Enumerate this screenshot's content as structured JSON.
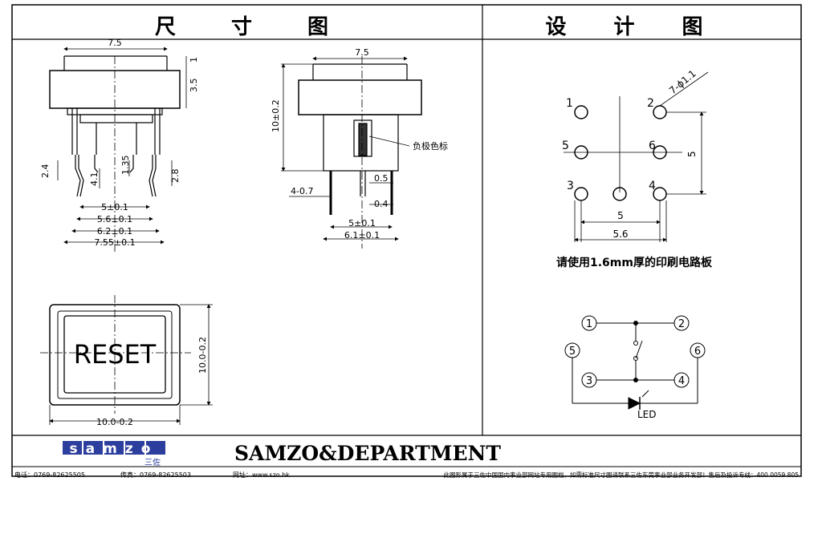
{
  "headers": {
    "left": "尺 寸 图",
    "right": "设 计 图"
  },
  "dims": {
    "side_width": "7.5",
    "side_cap": "1",
    "side_body": "3.5",
    "side_pin_a": "2.4",
    "side_pin_b": "4.1",
    "side_pin_c": "1.35",
    "side_pin_d": "2.8",
    "side_w1": "5±0.1",
    "side_w2": "5.6±0.1",
    "side_w3": "6.2±0.1",
    "side_w4": "7.55±0.1",
    "front_width": "7.5",
    "front_height": "10±0.2",
    "neg_label": "负极色标",
    "pin_05": "0.5",
    "pin_04": "0.4",
    "pin_47": "4-0.7",
    "front_w1": "5±0.1",
    "front_w2": "6.1±0.1",
    "top_text": "RESET",
    "top_h": "10.0-0.2",
    "top_w": "10.0-0.2"
  },
  "design": {
    "hole_label": "7-ϕ1.1",
    "pins": [
      "1",
      "2",
      "5",
      "6",
      "3",
      "4"
    ],
    "d_vert": "5",
    "d_h5": "5",
    "d_h56": "5.6",
    "pcb_note": "请使用1.6mm厚的印刷电路板",
    "schematic_nodes": [
      "1",
      "2",
      "5",
      "6",
      "3",
      "4"
    ],
    "led_label": "LED"
  },
  "footer": {
    "logo_text": "samzo",
    "logo_cn": "三佐",
    "company": "SAMZO&DEPARTMENT",
    "phone": "电话：0769-82625505",
    "fax": "传真：0769-82625503",
    "web": "网址：www.szo.hk",
    "notice": "此图形属于三佐中国国内事业部网站专用图档，如需标准尺寸图请联系三佐东莞事业部业务开发部！售后及投诉专线：400 0059 805"
  }
}
